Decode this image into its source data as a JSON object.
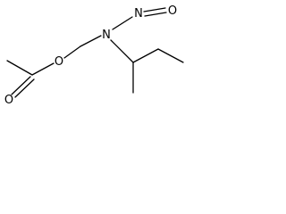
{
  "molecule": {
    "atoms": {
      "ester_o": "O",
      "carbonyl_o": "O",
      "amine_n": "N",
      "nitroso_n": "N",
      "nitroso_o": "O"
    }
  },
  "colors": {
    "bond": "#000000",
    "label": "#000000",
    "background": "#ffffff"
  }
}
